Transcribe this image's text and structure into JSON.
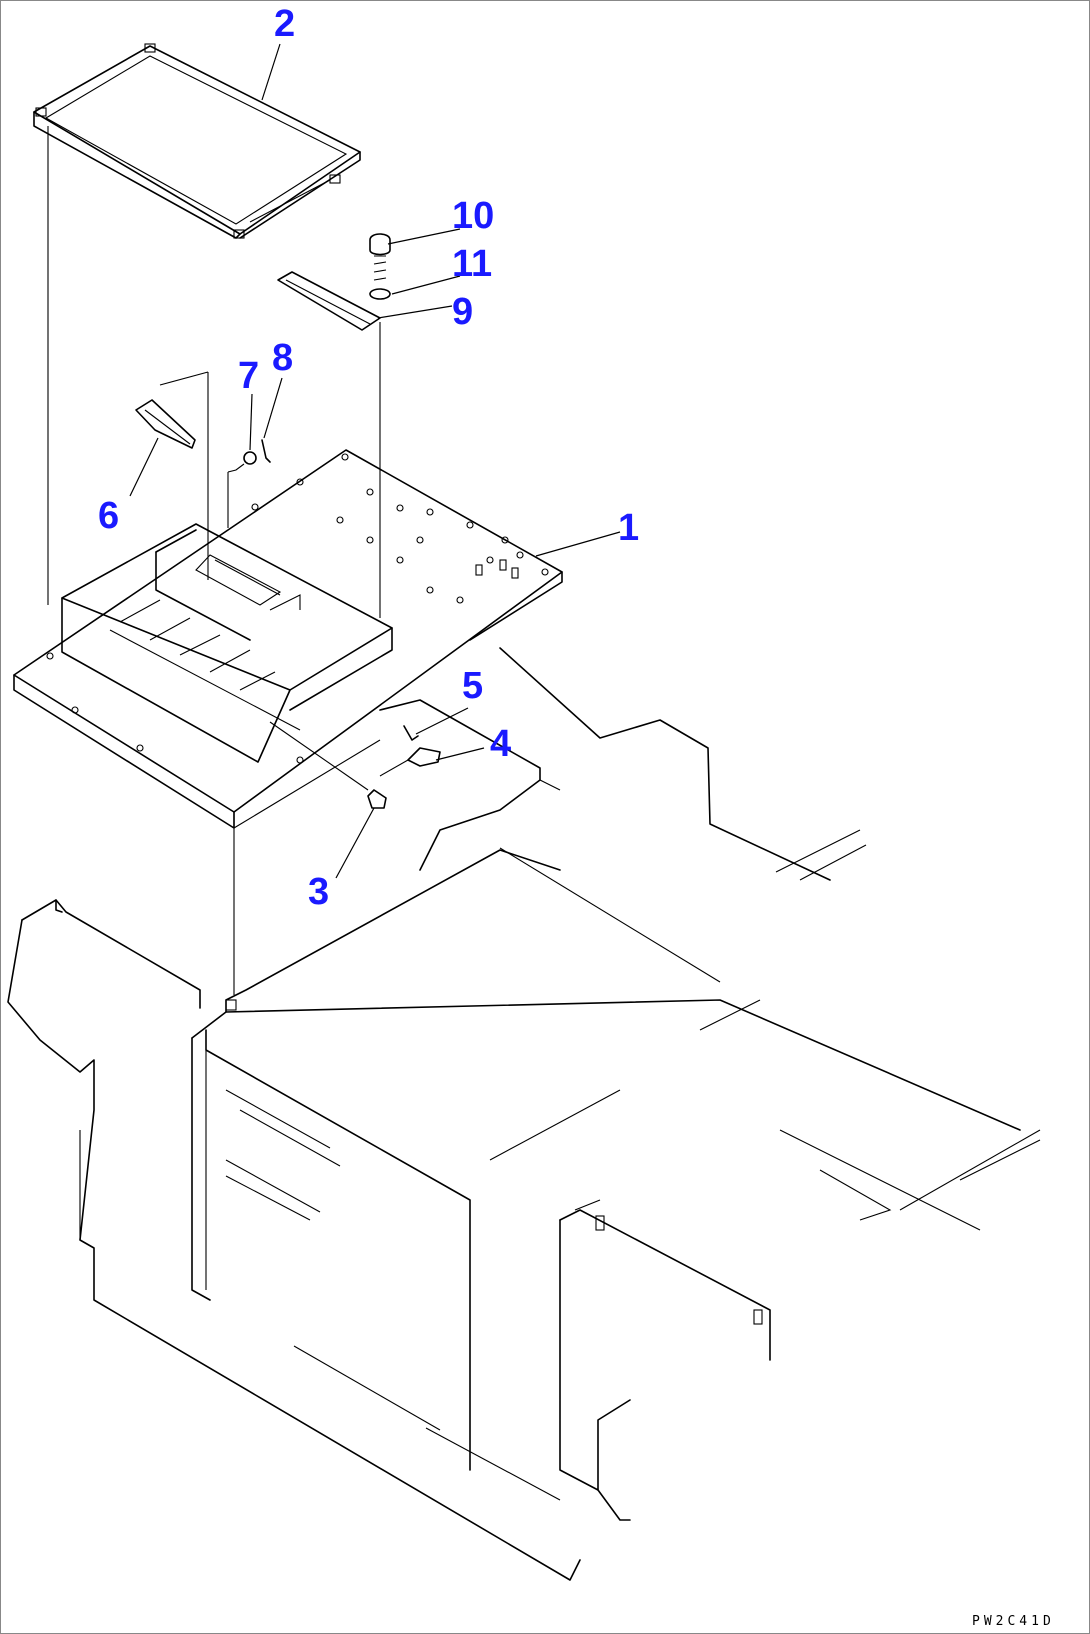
{
  "diagram": {
    "drawing_code": "PW2C41D",
    "colors": {
      "callout": "#1a1aff",
      "line": "#000000",
      "background": "#ffffff"
    },
    "callouts": [
      {
        "id": "1",
        "label": "1"
      },
      {
        "id": "2",
        "label": "2"
      },
      {
        "id": "3",
        "label": "3"
      },
      {
        "id": "4",
        "label": "4"
      },
      {
        "id": "5",
        "label": "5"
      },
      {
        "id": "6",
        "label": "6"
      },
      {
        "id": "7",
        "label": "7"
      },
      {
        "id": "8",
        "label": "8"
      },
      {
        "id": "9",
        "label": "9"
      },
      {
        "id": "10",
        "label": "10"
      },
      {
        "id": "11",
        "label": "11"
      }
    ]
  }
}
